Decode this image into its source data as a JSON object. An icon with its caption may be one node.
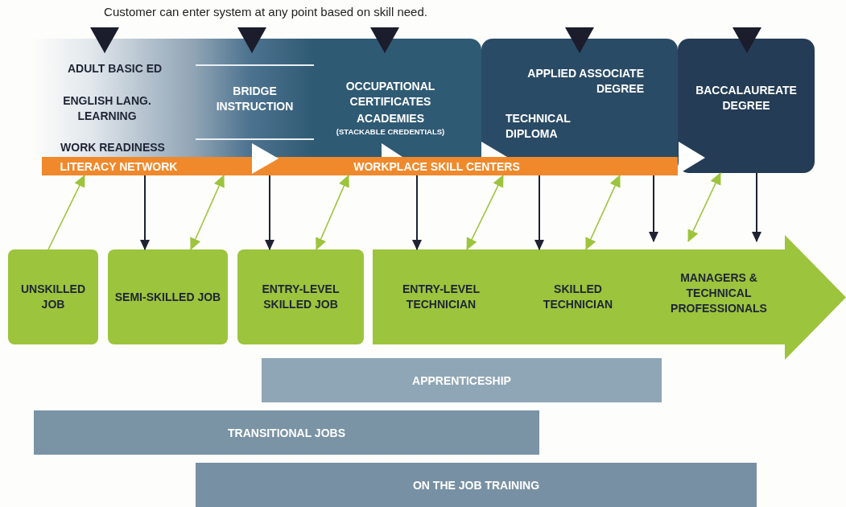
{
  "diagram": {
    "nodes": [
      {
        "text": [
          "ADULT BASIC ED",
          "ENGLISH LANG. LEARNING",
          "WORK READINESS"
        ]
      },
      {
        "text": [
          "BRIDGE INSTRUCTION"
        ]
      },
      {
        "text": [
          "OCCUPATIONAL CERTIFICATES",
          "ACADEMIES",
          "(STACKABLE CREDENTIALS)"
        ]
      },
      {
        "text": [
          "APPLIED ASSOCIATE DEGREE",
          "TECHNICAL DIPLOMA"
        ]
      },
      {
        "text": [
          "BACCALAUREATE DEGREE"
        ]
      },
      {
        "text": [
          "LITERACY NETWORK"
        ]
      },
      {
        "text": [
          "WORKPLACE SKILL CENTERS"
        ]
      },
      {
        "text": [
          "UNSKILLED JOB"
        ]
      },
      {
        "text": [
          "SEMI-SKILLED JOB"
        ]
      },
      {
        "text": [
          "ENTRY-LEVEL SKILLED JOB"
        ]
      },
      {
        "text": [],
        "shape": "arrow"
      },
      {
        "text": [
          "ENTRY-LEVEL TECHNICIAN"
        ],
        "in": 10
      },
      {
        "text": [
          "SKILLED TECHNICIAN"
        ],
        "in": 10
      },
      {
        "text": [
          "MANAGERS & TECHNICAL PROFESSIONALS"
        ],
        "in": 10
      },
      {
        "text": [
          "APPRENTICESHIP"
        ]
      },
      {
        "text": [
          "TRANSITIONAL JOBS"
        ]
      },
      {
        "text": [
          "ON THE JOB TRAINING"
        ]
      }
    ],
    "edges": [
      {
        "from": null,
        "to": 0,
        "arrow": "to"
      },
      {
        "from": null,
        "to": 1,
        "arrow": "to"
      },
      {
        "from": null,
        "to": 2,
        "arrow": "to"
      },
      {
        "from": null,
        "to": 3,
        "arrow": "to"
      },
      {
        "from": null,
        "to": 4,
        "arrow": "to"
      },
      {
        "from": 5,
        "to": 8,
        "arrow": "to"
      },
      {
        "from": 6,
        "to": 9,
        "arrow": "to"
      },
      {
        "from": 6,
        "to": 11,
        "arrow": "to"
      },
      {
        "from": 6,
        "to": 12,
        "arrow": "to"
      },
      {
        "from": 6,
        "to": 13,
        "arrow": "to"
      },
      {
        "from": 4,
        "to": 13,
        "arrow": "to"
      },
      {
        "from": 7,
        "to": 5,
        "arrow": "to",
        "color": "#9cc43c"
      },
      {
        "from": 8,
        "to": 6,
        "arrow": "both",
        "color": "#9cc43c"
      },
      {
        "from": 9,
        "to": 6,
        "arrow": "both",
        "color": "#9cc43c"
      },
      {
        "from": 11,
        "to": 6,
        "arrow": "both",
        "color": "#9cc43c"
      },
      {
        "from": 12,
        "to": 6,
        "arrow": "both",
        "color": "#9cc43c"
      },
      {
        "from": 13,
        "to": 4,
        "arrow": "both",
        "color": "#9cc43c"
      }
    ],
    "labels": [
      "Customer can enter system at any point based on skill need."
    ]
  }
}
